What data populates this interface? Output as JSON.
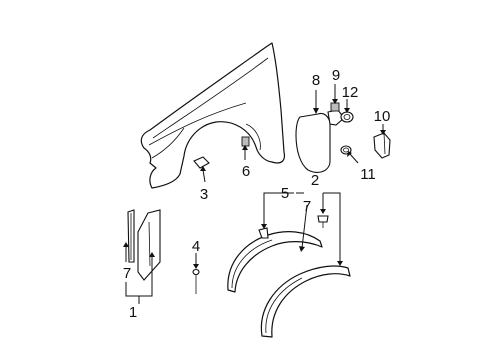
{
  "labels": {
    "c1": "1",
    "c2": "2",
    "c3": "3",
    "c4": "4",
    "c5": "5",
    "c6": "6",
    "c7a": "7",
    "c7b": "7",
    "c8": "8",
    "c9": "9",
    "c10": "10",
    "c11": "11",
    "c12": "12"
  }
}
